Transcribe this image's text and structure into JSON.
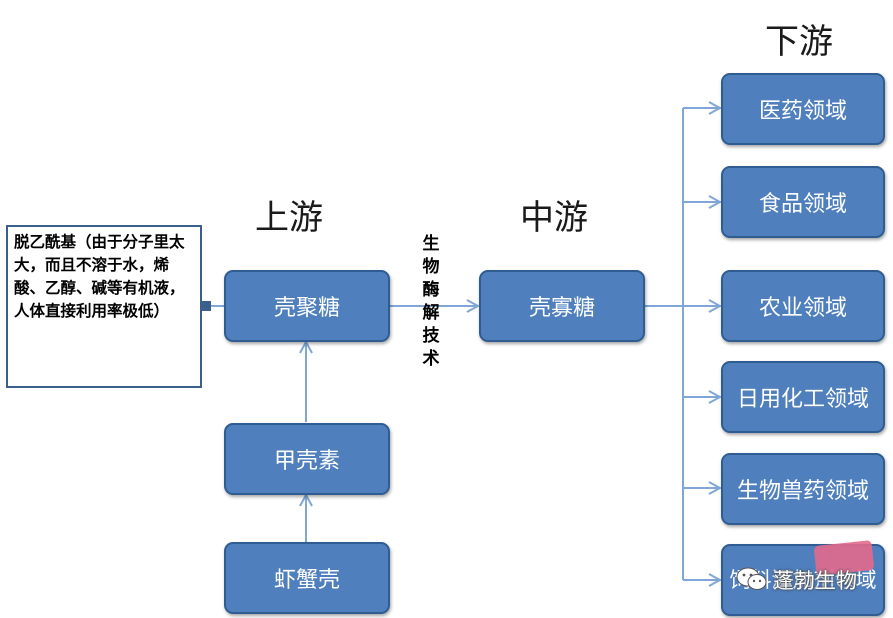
{
  "stages": {
    "upstream": "上游",
    "midstream": "中游",
    "downstream": "下游"
  },
  "nodes": {
    "chitosan": "壳聚糖",
    "chitin": "甲壳素",
    "shell": "虾蟹壳",
    "oligo": "壳寡糖"
  },
  "note": "脱乙酰基（由于分子里太大，而且不溶于水，烯酸、乙醇、碱等有机液，人体直接利用率极低）",
  "process_label": "生物酶解技术",
  "fields": [
    "医药领域",
    "食品领域",
    "农业领域",
    "日用化工领域",
    "生物兽药领域",
    "饲料添加剂领域"
  ],
  "watermark": "蓬勃生物",
  "colors": {
    "node_fill": "#4f7fbd",
    "node_border": "#2f5d93",
    "line": "#7fa6d6"
  }
}
